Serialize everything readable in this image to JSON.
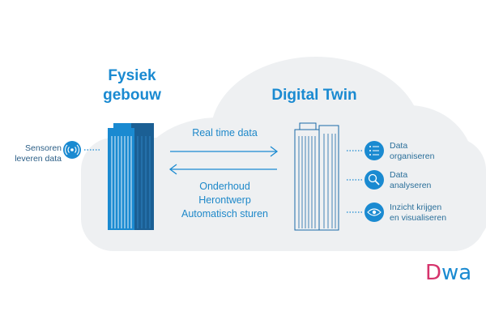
{
  "physical": {
    "title_line1": "Fysiek",
    "title_line2": "gebouw"
  },
  "twin": {
    "title": "Digital Twin"
  },
  "sensors": {
    "line1": "Sensoren",
    "line2": "leveren data",
    "icon": "sensor-signal-icon"
  },
  "flows": {
    "realtime": "Real time data",
    "back_line1": "Onderhoud",
    "back_line2": "Herontwerp",
    "back_line3": "Automatisch sturen"
  },
  "functions": [
    {
      "line1": "Data",
      "line2": "organiseren",
      "icon": "list-icon"
    },
    {
      "line1": "Data",
      "line2": "analyseren",
      "icon": "magnifier-icon"
    },
    {
      "line1": "Inzicht krijgen",
      "line2": "en visualiseren",
      "icon": "eye-icon"
    }
  ],
  "logo": {
    "part1": "D",
    "part2": "wa",
    "color1": "#d6336c",
    "color2": "#1a8ad1"
  },
  "colors": {
    "accent": "#1a8ad1",
    "dark_blue": "#1b5f94",
    "cloud": "#eef0f2"
  }
}
